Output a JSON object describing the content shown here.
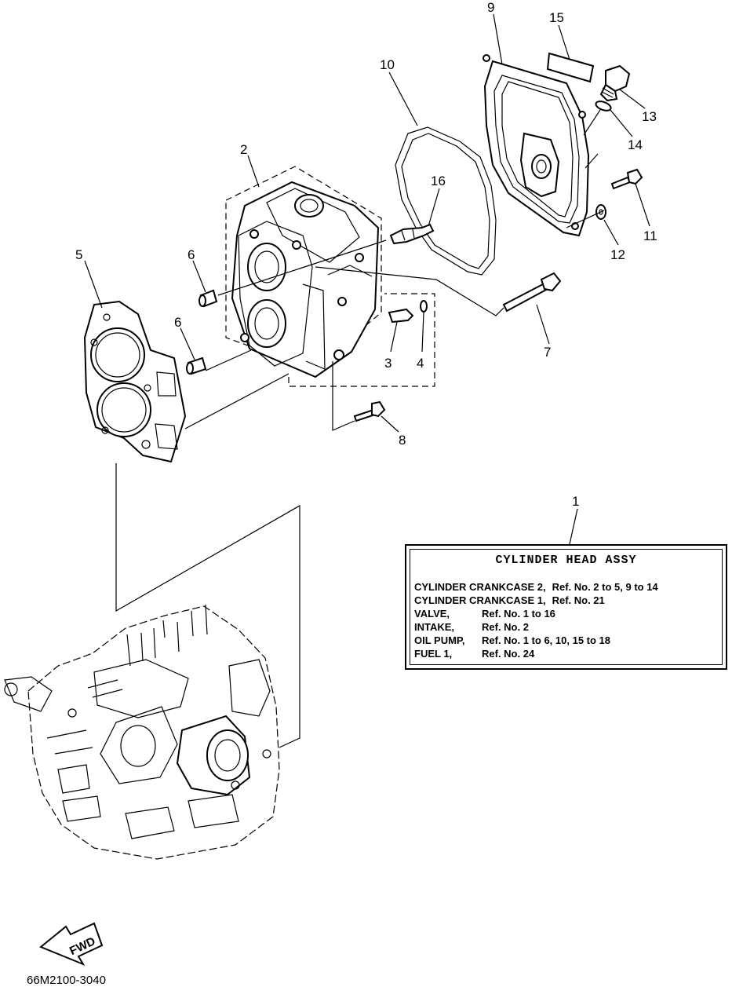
{
  "callouts": {
    "c1": "1",
    "c2": "2",
    "c3": "3",
    "c4": "4",
    "c5": "5",
    "c6a": "6",
    "c6b": "6",
    "c7": "7",
    "c8": "8",
    "c9": "9",
    "c10": "10",
    "c11": "11",
    "c12": "12",
    "c13": "13",
    "c14": "14",
    "c15": "15",
    "c16": "16"
  },
  "info_box": {
    "title": "CYLINDER HEAD ASSY",
    "rows": [
      {
        "category": "CYLINDER CRANKCASE 2,",
        "ref": "Ref. No. 2 to 5, 9 to 14"
      },
      {
        "category": "CYLINDER CRANKCASE 1,",
        "ref": "Ref. No. 21"
      },
      {
        "category": "VALVE,",
        "ref": "Ref. No. 1 to 16"
      },
      {
        "category": "INTAKE,",
        "ref": "Ref. No. 2"
      },
      {
        "category": "OIL PUMP,",
        "ref": "Ref. No. 1 to 6, 10, 15 to 18"
      },
      {
        "category": "FUEL 1,",
        "ref": "Ref. No. 24"
      }
    ]
  },
  "fwd_label": "FWD",
  "diagram_code": "66M2100-3040"
}
